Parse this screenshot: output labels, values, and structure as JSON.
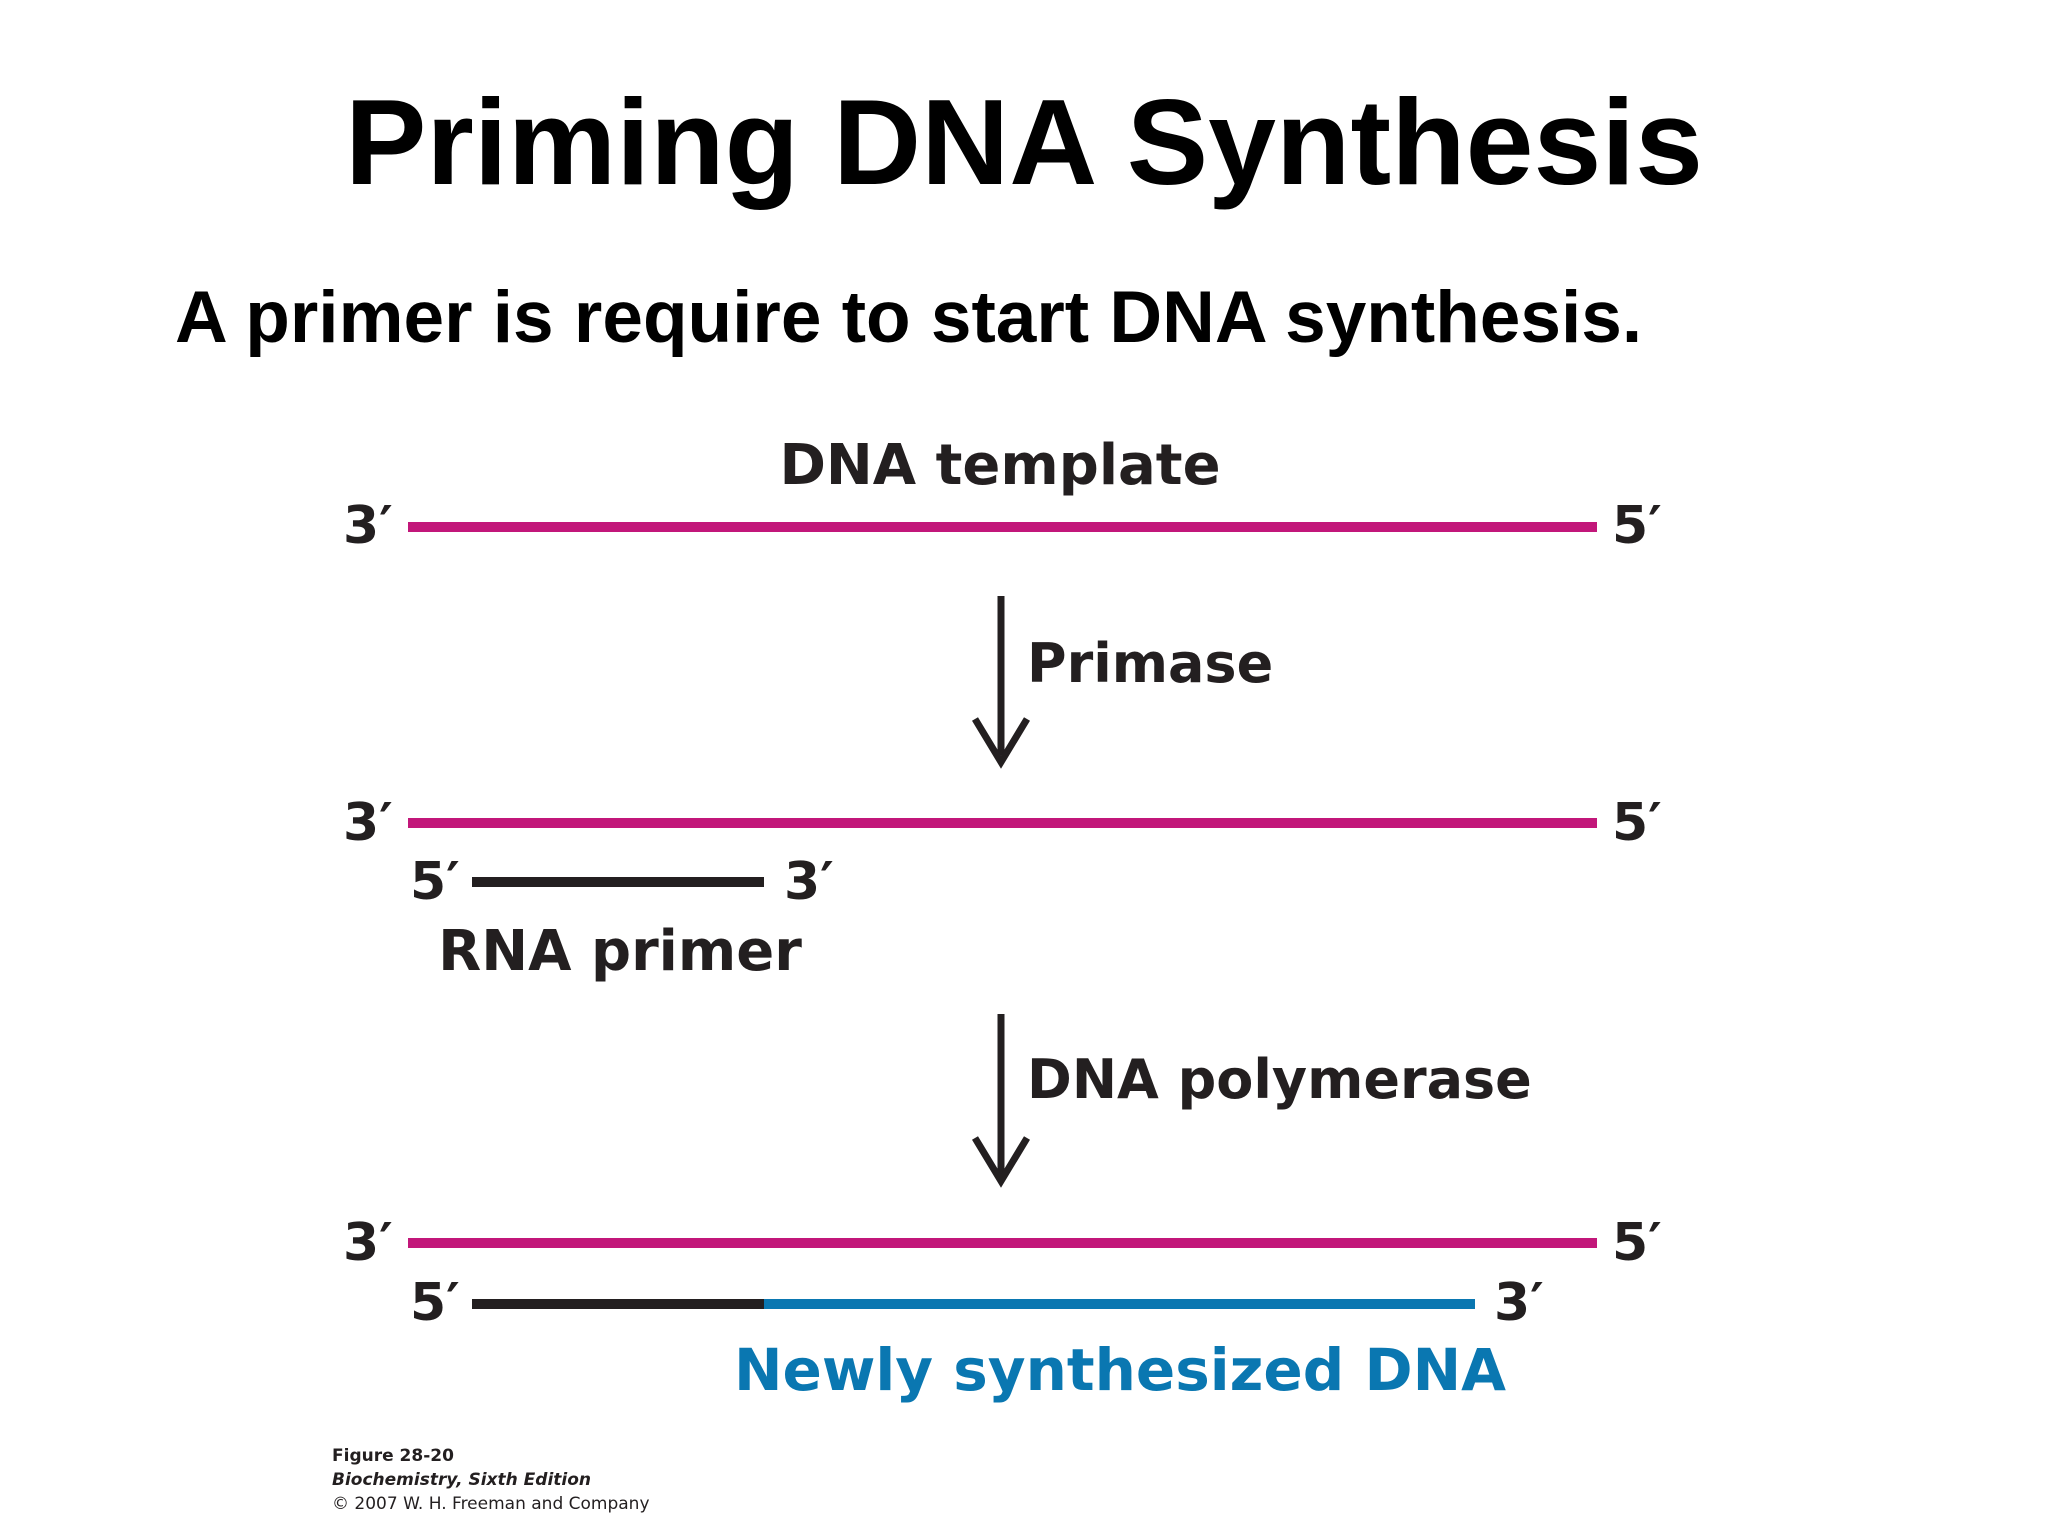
{
  "title": "Priming DNA Synthesis",
  "subtitle": "A primer is require to start DNA synthesis.",
  "colors": {
    "template_strand": "#c2177a",
    "rna_primer": "#231f20",
    "new_dna": "#0a77b1",
    "text": "#231f20"
  },
  "diagram": {
    "template_label": "DNA template",
    "step1_label": "Primase",
    "step2_label": "DNA polymerase",
    "primer_label": "RNA primer",
    "new_dna_label": "Newly synthesized DNA",
    "ends": {
      "three_prime": "3′",
      "five_prime": "5′"
    }
  },
  "caption": {
    "figure": "Figure 28-20",
    "book": "Biochemistry, Sixth Edition",
    "copyright": "© 2007 W. H. Freeman and Company"
  }
}
